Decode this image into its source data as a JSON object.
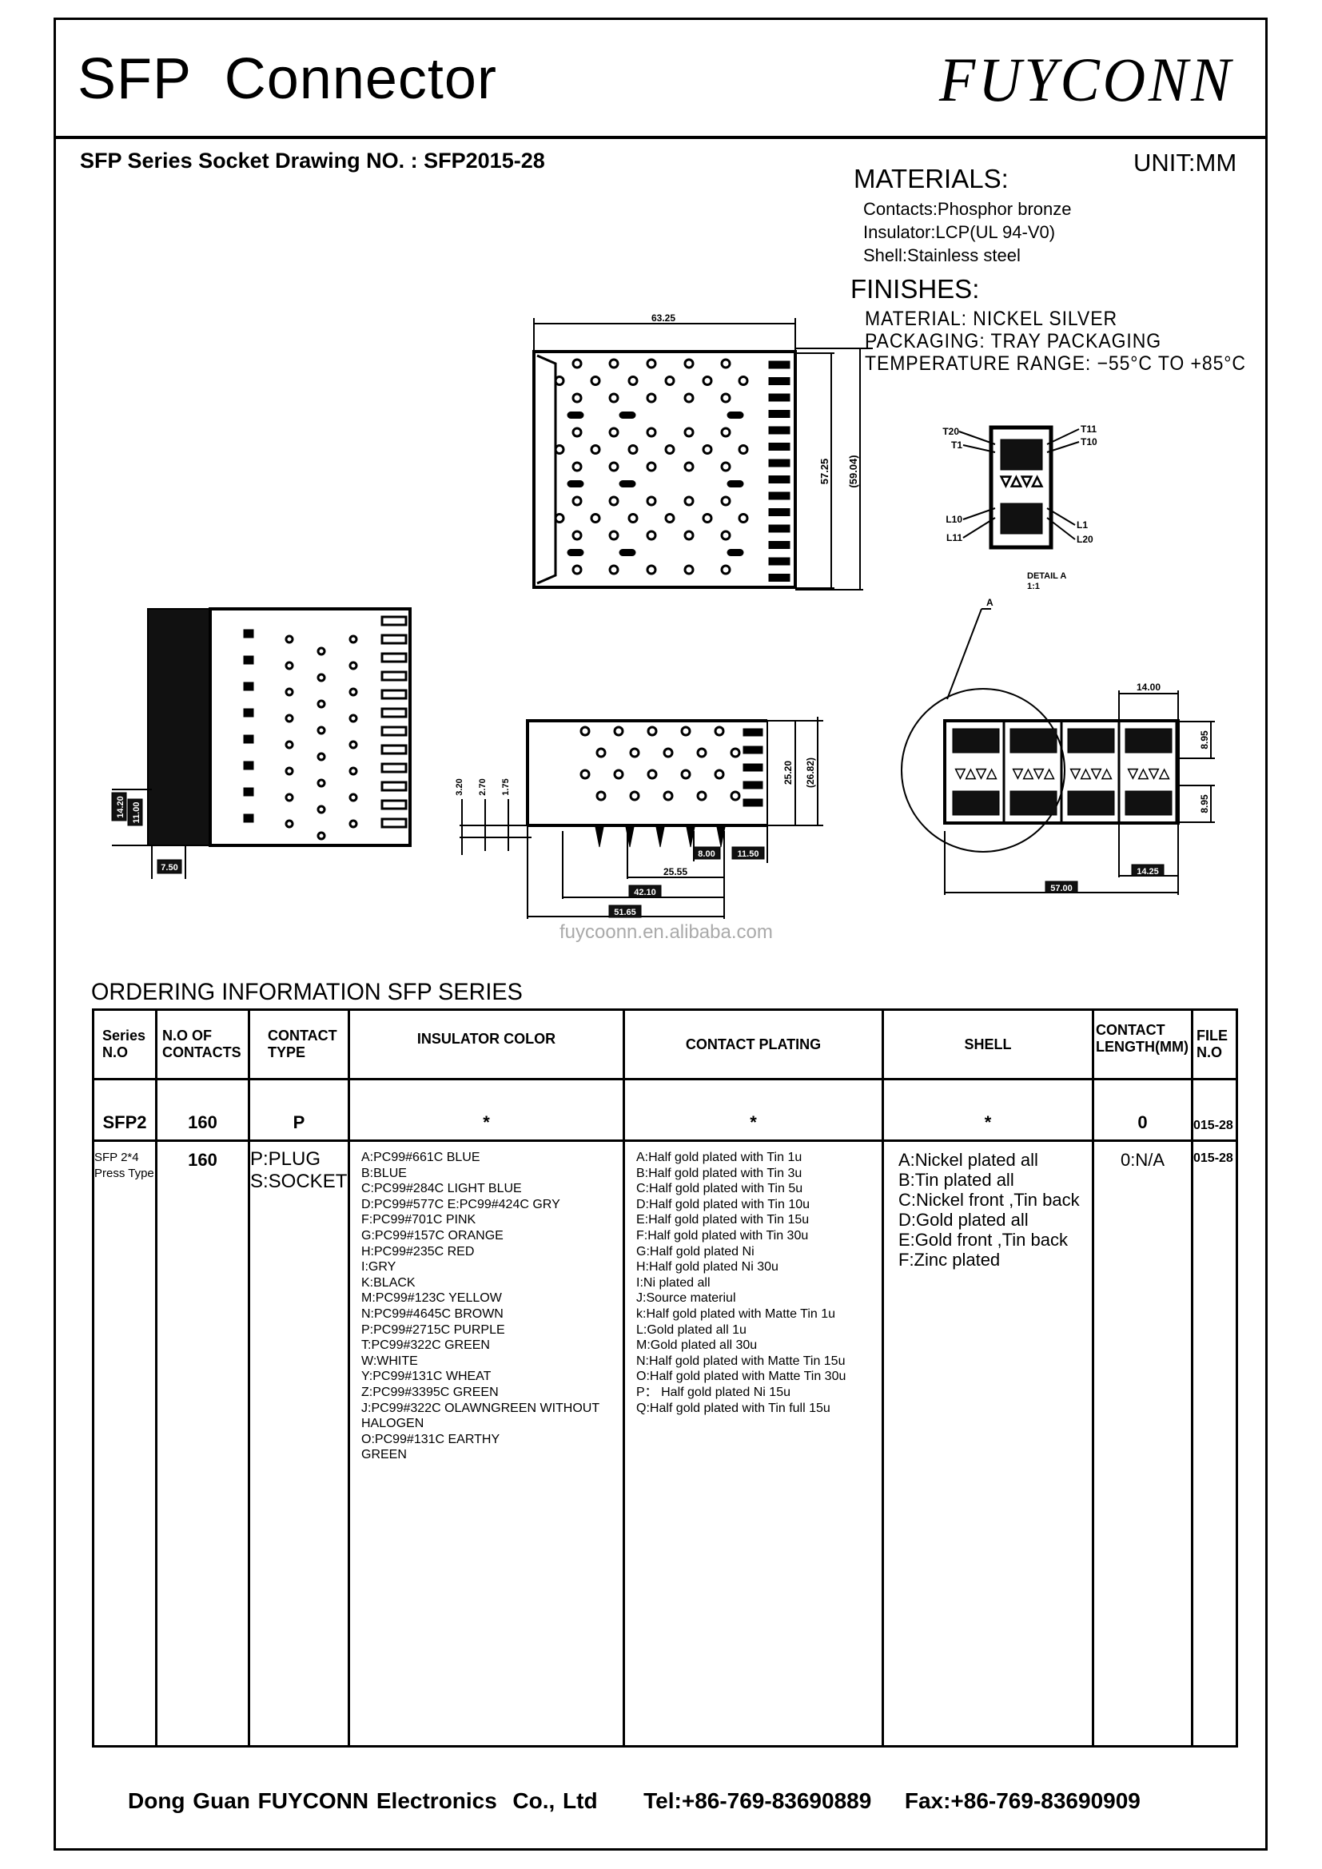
{
  "header": {
    "title": "SFP  Connector",
    "brand": "FUYCONN"
  },
  "subheader": {
    "drawing_no": "SFP Series Socket Drawing NO. : SFP2015-28",
    "unit": "UNIT:MM"
  },
  "materials": {
    "heading": "MATERIALS:",
    "items": [
      "Contacts:Phosphor bronze",
      "Insulator:LCP(UL 94-V0)",
      "Shell:Stainless steel"
    ]
  },
  "finishes": {
    "heading": "FINISHES:",
    "items": [
      "MATERIAL:  NICKEL  SILVER",
      "PACKAGING:  TRAY  PACKAGING",
      "TEMPERATURE  RANGE:  −55°C  TO  +85°C"
    ]
  },
  "dimensions": {
    "top_view": {
      "width": "63.25",
      "height": "57.25",
      "overall_height": "(59.04)"
    },
    "side_view": {
      "a": "14.20",
      "b": "11.00",
      "c": "7.50"
    },
    "front_view": {
      "h1": "3.20",
      "h2": "2.70",
      "h3": "1.75",
      "height": "25.20",
      "overall_height": "(26.82)",
      "d1": "8.00",
      "d2": "11.50",
      "d3": "25.55",
      "d4": "42.10",
      "d5": "51.65"
    },
    "front_detail": {
      "pitch": "14.00",
      "row1": "8.95",
      "row2": "8.95",
      "end": "14.25",
      "total": "57.00"
    },
    "detail_a": {
      "labels": [
        "T20",
        "T1",
        "T11",
        "T10",
        "L10",
        "L11",
        "L1",
        "L20"
      ],
      "title": "DETAIL  A",
      "scale": "1:1",
      "callout": "A"
    }
  },
  "watermark": "fuycoonn.en.alibaba.com",
  "ordering": {
    "title": "ORDERING INFORMATION SFP SERIES",
    "headers": [
      "Series N.O",
      "N.O OF CONTACTS",
      "CONTACT TYPE",
      "INSULATOR COLOR",
      "CONTACT PLATING",
      "SHELL",
      "CONTACT LENGTH(MM)",
      "FILE N.O"
    ],
    "summary": [
      "SFP2",
      "160",
      "P",
      "*",
      "*",
      "*",
      "0",
      "015-28"
    ],
    "detail": {
      "series": [
        "SFP 2*4",
        "Press Type"
      ],
      "contacts": "160",
      "contact_type": [
        "P:PLUG",
        "S:SOCKET"
      ],
      "insulator_color": [
        "A:PC99#661C BLUE",
        "B:BLUE",
        "C:PC99#284C LIGHT BLUE",
        "D:PC99#577C E:PC99#424C GRY",
        "F:PC99#701C PINK",
        "G:PC99#157C ORANGE",
        "H:PC99#235C RED",
        "I:GRY",
        "K:BLACK",
        "M:PC99#123C  YELLOW",
        "N:PC99#4645C BROWN",
        "P:PC99#2715C PURPLE",
        "T:PC99#322C GREEN",
        "W:WHITE",
        "Y:PC99#131C WHEAT",
        "Z:PC99#3395C GREEN",
        "J:PC99#322C OLAWNGREEN WITHOUT",
        "HALOGEN",
        "O:PC99#131C EARTHY",
        "GREEN"
      ],
      "contact_plating": [
        "A:Half gold plated with Tin 1u",
        "B:Half gold plated with Tin 3u",
        "C:Half gold plated with Tin 5u",
        "D:Half gold plated with Tin 10u",
        "E:Half gold plated with Tin 15u",
        "F:Half gold plated with Tin 30u",
        "G:Half gold plated Ni",
        "H:Half gold plated Ni 30u",
        "I:Ni plated all",
        "J:Source materiul",
        "k:Half gold plated with Matte Tin 1u",
        "L:Gold plated all 1u",
        "M:Gold plated all 30u",
        "N:Half gold plated with Matte Tin 15u",
        "O:Half gold plated with Matte Tin 30u",
        "P： Half gold plated Ni 15u",
        "Q:Half gold plated with Tin full 15u"
      ],
      "shell": [
        "A:Nickel plated all",
        "B:Tin plated all",
        "C:Nickel front ,Tin back",
        "D:Gold plated all",
        "E:Gold front ,Tin back",
        "F:Zinc plated"
      ],
      "contact_length": "0:N/A",
      "file_no": "015-28"
    }
  },
  "footer": {
    "company": "Dong Guan FUYCONN Electronics  Co., Ltd",
    "tel": "Tel:+86-769-83690889",
    "fax": "Fax:+86-769-83690909"
  }
}
